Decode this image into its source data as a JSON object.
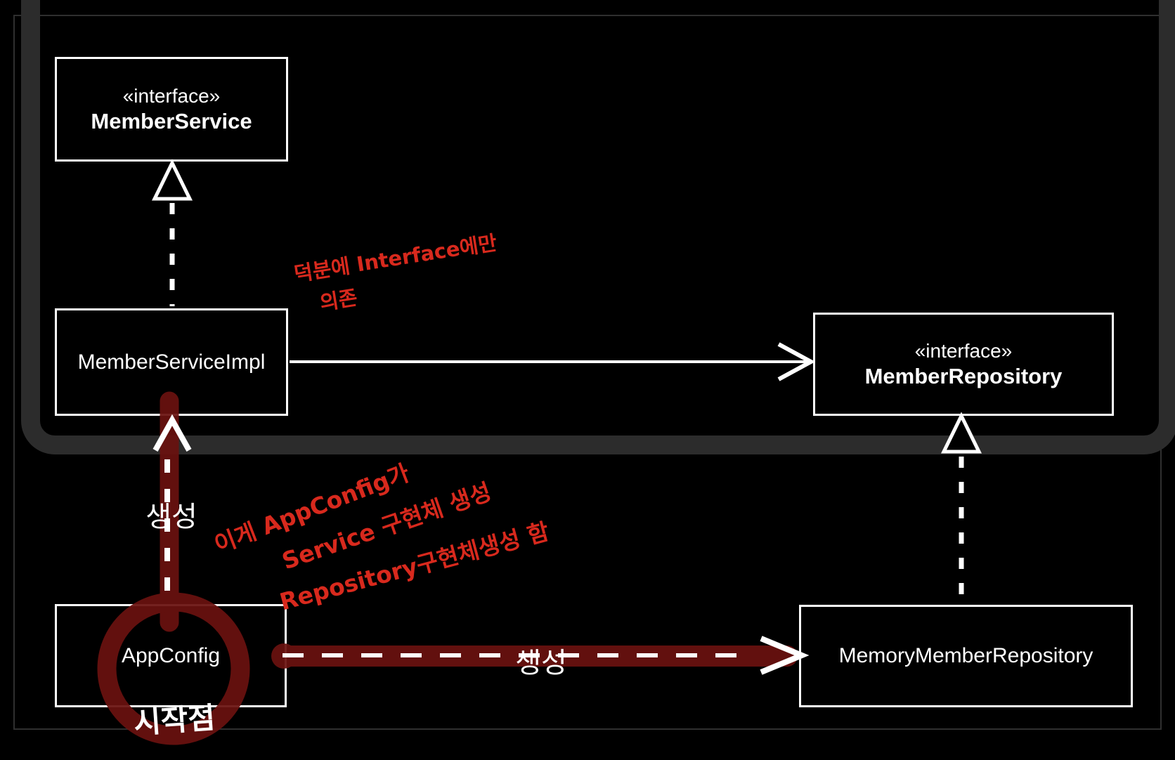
{
  "classes": {
    "member_service": {
      "stereotype": "«interface»",
      "name": "MemberService"
    },
    "member_service_impl": {
      "name": "MemberServiceImpl"
    },
    "member_repository": {
      "stereotype": "«interface»",
      "name": "MemberRepository"
    },
    "app_config": {
      "name": "AppConfig"
    },
    "memory_member_repository": {
      "name": "MemoryMemberRepository"
    }
  },
  "labels": {
    "create_service": "생성",
    "create_repository": "생성"
  },
  "annotations": {
    "depend_note_line1": "덕분에 Interface에만",
    "depend_note_line2": "의존",
    "config_note_line1": "이게 AppConfig가",
    "config_note_line2": "Service 구현체 생성",
    "config_note_line3": "Repository구현체생성 함",
    "start_point": "시작점"
  },
  "colors": {
    "background": "#000000",
    "frame_gray": "#2c2c2c",
    "box_border": "#ffffff",
    "text_white": "#ffffff",
    "marker_red": "#6a1210",
    "ink_red": "#d8291d"
  }
}
